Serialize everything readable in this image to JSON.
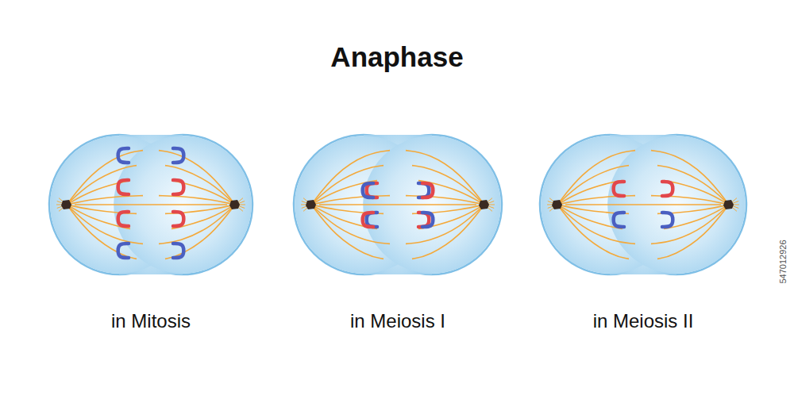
{
  "diagram": {
    "title": "Anaphase",
    "labels": [
      "in Mitosis",
      "in Meiosis I",
      "in Meiosis II",
      "547012926"
    ]
  }
}
